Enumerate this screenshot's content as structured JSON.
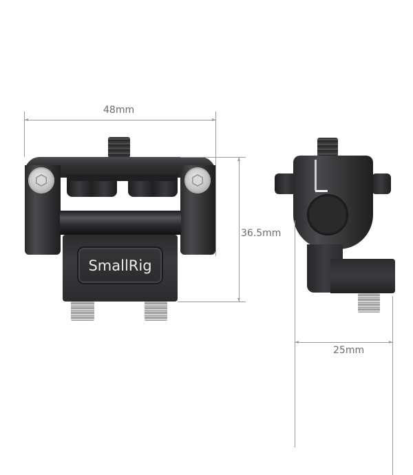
{
  "product": {
    "brand_label": "SmallRig"
  },
  "dimensions": {
    "width_front": "48mm",
    "height_front": "36.5mm",
    "depth_side": "25mm"
  },
  "views": [
    {
      "name": "front-view"
    },
    {
      "name": "side-view"
    }
  ],
  "colors": {
    "background": "#ffffff",
    "body_metal": "#2e2f31",
    "dimension_line": "#9a9a9a",
    "dimension_text": "#6b6b6b",
    "logo_text": "#ececec"
  }
}
